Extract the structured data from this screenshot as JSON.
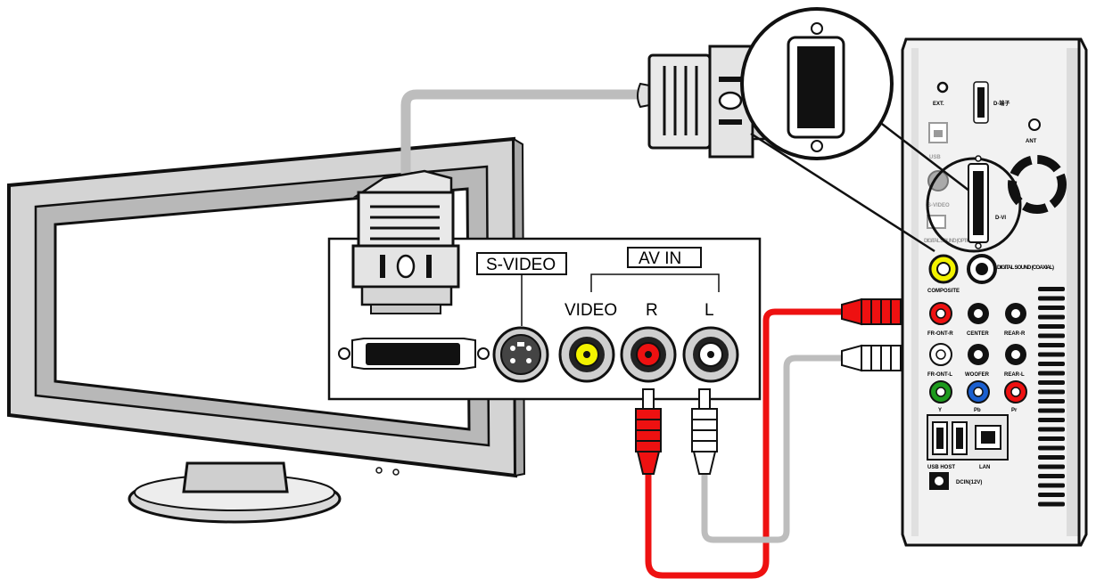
{
  "tv_panel": {
    "svideo_label": "S-VIDEO",
    "av_in_label": "AV IN",
    "video_label": "VIDEO",
    "r_label": "R",
    "l_label": "L"
  },
  "player_back": {
    "dvi_label": "D-VI",
    "ant_label": "ANT",
    "usb_label": "USB",
    "svideo_label": "S-VIDEO",
    "optical_label": "DIGITAL SOUND (OPTICAL)",
    "coaxial_label": "DIGITAL SOUND (COAXIAL)",
    "composite_label": "COMPOSITE",
    "front_r_label": "FR-ONT-R",
    "center_label": "CENTER",
    "rear_r_label": "REAR-R",
    "front_l_label": "FR-ONT-L",
    "woofer_label": "WOOFER",
    "rear_l_label": "REAR-L",
    "y_label": "Y",
    "pb_label": "Pb",
    "pr_label": "Pr",
    "usb_host_label": "USB HOST",
    "lan_label": "LAN",
    "dc_label": "DCIN(12V)"
  },
  "colors": {
    "red_cable": "#ee1111",
    "grey_cable": "#bdbdbd",
    "yellow_port": "#f2f200",
    "green_port": "#1d9a1d",
    "blue_port": "#1a5fd0"
  }
}
